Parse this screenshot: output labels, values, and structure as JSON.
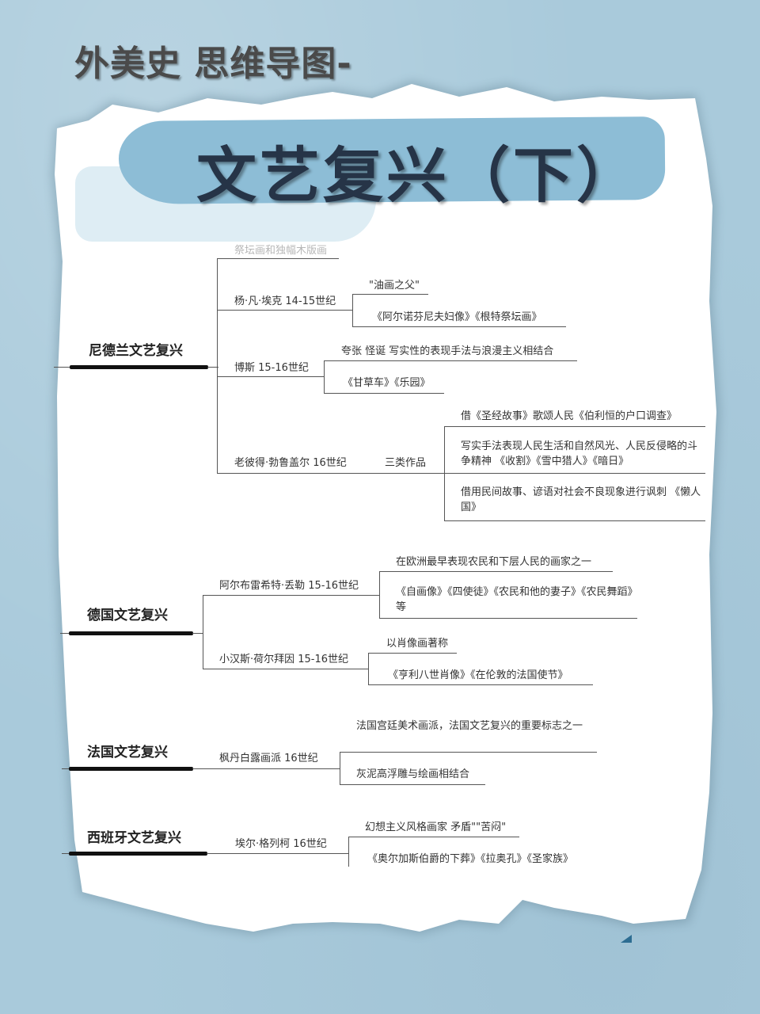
{
  "header": {
    "subtitle": "外美史 思维导图-",
    "title": "文艺复兴（下）"
  },
  "colors": {
    "background": "#a9cadb",
    "banner": "#8dbdd6",
    "title_text": "#263447",
    "paper": "#ffffff",
    "line": "#555555"
  },
  "mindmap": {
    "netherlands": {
      "label": "尼德兰文艺复兴",
      "top_faded_note": "祭坛画和独幅木版画",
      "artists": [
        {
          "name": "杨·凡·埃克 14-15世纪",
          "details": [
            "\"油画之父\"",
            "《阿尔诺芬尼夫妇像》《根特祭坛画》"
          ]
        },
        {
          "name": "博斯 15-16世纪",
          "details": [
            "夸张 怪诞 写实性的表现手法与浪漫主义相结合",
            "《甘草车》《乐园》"
          ]
        },
        {
          "name": "老彼得·勃鲁盖尔 16世纪",
          "group_label": "三类作品",
          "details": [
            "借《圣经故事》歌颂人民《伯利恒的户口调查》",
            "写实手法表现人民生活和自然风光、人民反侵略的斗争精神 《收割》《雪中猎人》《暗日》",
            "借用民间故事、谚语对社会不良现象进行讽刺 《懒人国》"
          ]
        }
      ]
    },
    "germany": {
      "label": "德国文艺复兴",
      "artists": [
        {
          "name": "阿尔布雷希特·丢勒 15-16世纪",
          "details": [
            "在欧洲最早表现农民和下层人民的画家之一",
            "《自画像》《四使徒》《农民和他的妻子》《农民舞蹈》等"
          ]
        },
        {
          "name": "小汉斯·荷尔拜因 15-16世纪",
          "details": [
            "以肖像画著称",
            "《亨利八世肖像》《在伦敦的法国使节》"
          ]
        }
      ]
    },
    "france": {
      "label": "法国文艺复兴",
      "artists": [
        {
          "name": "枫丹白露画派 16世纪",
          "details": [
            "法国宫廷美术画派，法国文艺复兴的重要标志之一",
            "灰泥高浮雕与绘画相结合"
          ]
        }
      ]
    },
    "spain": {
      "label": "西班牙文艺复兴",
      "artists": [
        {
          "name": "埃尔·格列柯  16世纪",
          "details": [
            "幻想主义风格画家 矛盾\"\"苦闷\"",
            "《奥尔加斯伯爵的下葬》《拉奥孔》《圣家族》"
          ]
        }
      ]
    }
  }
}
